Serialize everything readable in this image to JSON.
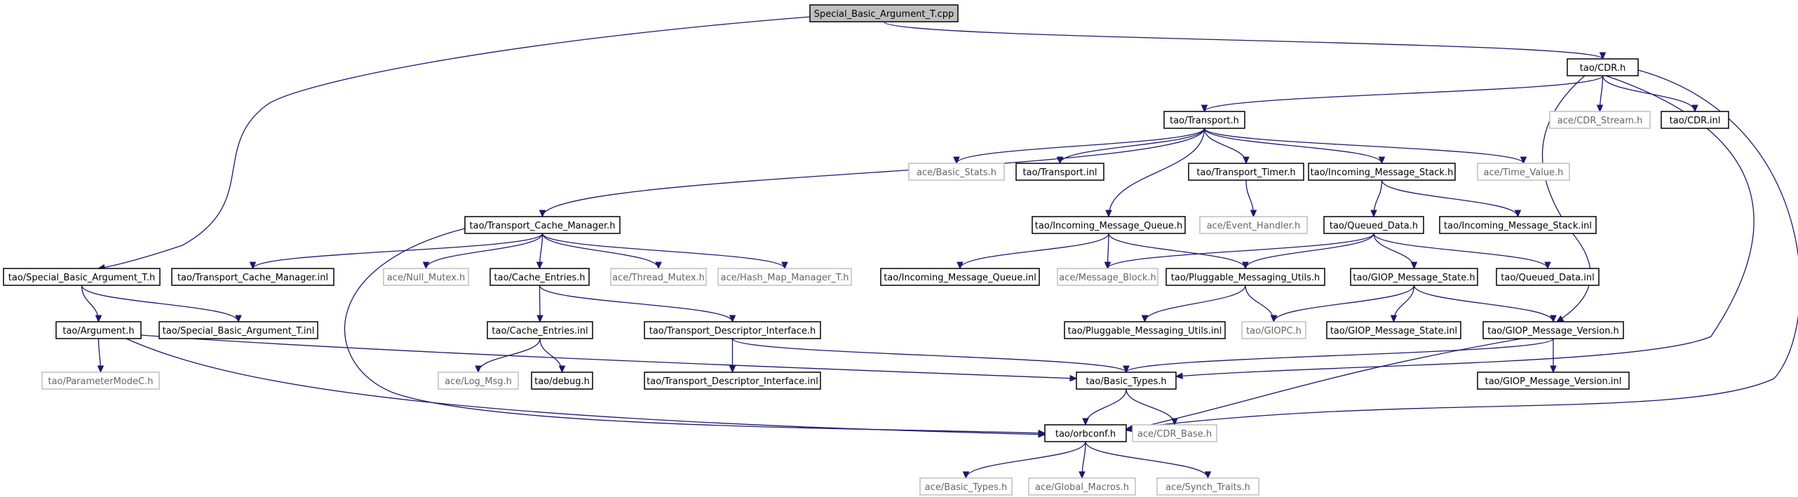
{
  "colors": {
    "edge": "#191970",
    "local_border": "#000000",
    "system_border": "#bfbfbf",
    "root_fill": "#bfbfbf",
    "local_text": "#000000",
    "system_text": "#666666"
  },
  "nodes": [
    {
      "id": "root",
      "label": "Special_Basic_Argument_T.cpp",
      "kind": "root"
    },
    {
      "id": "cdr_h",
      "label": "tao/CDR.h",
      "kind": "local"
    },
    {
      "id": "transport_h",
      "label": "tao/Transport.h",
      "kind": "local"
    },
    {
      "id": "ace_cdr_stream",
      "label": "ace/CDR_Stream.h",
      "kind": "system"
    },
    {
      "id": "cdr_inl",
      "label": "tao/CDR.inl",
      "kind": "local"
    },
    {
      "id": "ace_basic_stats",
      "label": "ace/Basic_Stats.h",
      "kind": "system"
    },
    {
      "id": "transport_inl",
      "label": "tao/Transport.inl",
      "kind": "local"
    },
    {
      "id": "transport_timer",
      "label": "tao/Transport_Timer.h",
      "kind": "local"
    },
    {
      "id": "incoming_stack",
      "label": "tao/Incoming_Message_Stack.h",
      "kind": "local"
    },
    {
      "id": "ace_time_value",
      "label": "ace/Time_Value.h",
      "kind": "system"
    },
    {
      "id": "ace_event_handler",
      "label": "ace/Event_Handler.h",
      "kind": "system"
    },
    {
      "id": "tcm_h",
      "label": "tao/Transport_Cache_Manager.h",
      "kind": "local"
    },
    {
      "id": "imq_h",
      "label": "tao/Incoming_Message_Queue.h",
      "kind": "local"
    },
    {
      "id": "queued_data_h",
      "label": "tao/Queued_Data.h",
      "kind": "local"
    },
    {
      "id": "incoming_stack_inl",
      "label": "tao/Incoming_Message_Stack.inl",
      "kind": "local"
    },
    {
      "id": "sbat_h",
      "label": "tao/Special_Basic_Argument_T.h",
      "kind": "local"
    },
    {
      "id": "tcm_inl",
      "label": "tao/Transport_Cache_Manager.inl",
      "kind": "local"
    },
    {
      "id": "ace_null_mutex",
      "label": "ace/Null_Mutex.h",
      "kind": "system"
    },
    {
      "id": "cache_entries_h",
      "label": "tao/Cache_Entries.h",
      "kind": "local"
    },
    {
      "id": "ace_thread_mutex",
      "label": "ace/Thread_Mutex.h",
      "kind": "system"
    },
    {
      "id": "ace_hash_map",
      "label": "ace/Hash_Map_Manager_T.h",
      "kind": "system"
    },
    {
      "id": "imq_inl",
      "label": "tao/Incoming_Message_Queue.inl",
      "kind": "local"
    },
    {
      "id": "ace_message_block",
      "label": "ace/Message_Block.h",
      "kind": "system"
    },
    {
      "id": "pmu_h",
      "label": "tao/Pluggable_Messaging_Utils.h",
      "kind": "local"
    },
    {
      "id": "giop_state_h",
      "label": "tao/GIOP_Message_State.h",
      "kind": "local"
    },
    {
      "id": "queued_data_inl",
      "label": "tao/Queued_Data.inl",
      "kind": "local"
    },
    {
      "id": "argument_h",
      "label": "tao/Argument.h",
      "kind": "local"
    },
    {
      "id": "sbat_inl",
      "label": "tao/Special_Basic_Argument_T.inl",
      "kind": "local"
    },
    {
      "id": "cache_entries_inl",
      "label": "tao/Cache_Entries.inl",
      "kind": "local"
    },
    {
      "id": "tdi_h",
      "label": "tao/Transport_Descriptor_Interface.h",
      "kind": "local"
    },
    {
      "id": "pmu_inl",
      "label": "tao/Pluggable_Messaging_Utils.inl",
      "kind": "local"
    },
    {
      "id": "giopc_h",
      "label": "tao/GIOPC.h",
      "kind": "system"
    },
    {
      "id": "giop_state_inl",
      "label": "tao/GIOP_Message_State.inl",
      "kind": "local"
    },
    {
      "id": "giop_version_h",
      "label": "tao/GIOP_Message_Version.h",
      "kind": "local"
    },
    {
      "id": "parammode_h",
      "label": "tao/ParameterModeC.h",
      "kind": "system"
    },
    {
      "id": "ace_log_msg",
      "label": "ace/Log_Msg.h",
      "kind": "system"
    },
    {
      "id": "debug_h",
      "label": "tao/debug.h",
      "kind": "local"
    },
    {
      "id": "tdi_inl",
      "label": "tao/Transport_Descriptor_Interface.inl",
      "kind": "local"
    },
    {
      "id": "basic_types_h",
      "label": "tao/Basic_Types.h",
      "kind": "local"
    },
    {
      "id": "giop_version_inl",
      "label": "tao/GIOP_Message_Version.inl",
      "kind": "local"
    },
    {
      "id": "orbconf_h",
      "label": "tao/orbconf.h",
      "kind": "local"
    },
    {
      "id": "ace_cdr_base",
      "label": "ace/CDR_Base.h",
      "kind": "system"
    },
    {
      "id": "ace_basic_types",
      "label": "ace/Basic_Types.h",
      "kind": "system"
    },
    {
      "id": "ace_global_macros",
      "label": "ace/Global_Macros.h",
      "kind": "system"
    },
    {
      "id": "ace_synch_traits",
      "label": "ace/Synch_Traits.h",
      "kind": "system"
    }
  ],
  "edges": [
    [
      "root",
      "cdr_h"
    ],
    [
      "root",
      "sbat_h"
    ],
    [
      "cdr_h",
      "transport_h"
    ],
    [
      "cdr_h",
      "ace_cdr_stream"
    ],
    [
      "cdr_h",
      "cdr_inl"
    ],
    [
      "cdr_h",
      "giop_version_h"
    ],
    [
      "cdr_h",
      "basic_types_h"
    ],
    [
      "cdr_h",
      "orbconf_h"
    ],
    [
      "transport_h",
      "ace_basic_stats"
    ],
    [
      "transport_h",
      "transport_inl"
    ],
    [
      "transport_h",
      "transport_timer"
    ],
    [
      "transport_h",
      "incoming_stack"
    ],
    [
      "transport_h",
      "ace_time_value"
    ],
    [
      "transport_h",
      "tcm_h"
    ],
    [
      "transport_h",
      "imq_h"
    ],
    [
      "transport_timer",
      "ace_event_handler"
    ],
    [
      "incoming_stack",
      "queued_data_h"
    ],
    [
      "incoming_stack",
      "incoming_stack_inl"
    ],
    [
      "tcm_h",
      "tcm_inl"
    ],
    [
      "tcm_h",
      "ace_null_mutex"
    ],
    [
      "tcm_h",
      "cache_entries_h"
    ],
    [
      "tcm_h",
      "ace_thread_mutex"
    ],
    [
      "tcm_h",
      "ace_hash_map"
    ],
    [
      "tcm_h",
      "orbconf_h"
    ],
    [
      "imq_h",
      "imq_inl"
    ],
    [
      "imq_h",
      "ace_message_block"
    ],
    [
      "imq_h",
      "pmu_h"
    ],
    [
      "queued_data_h",
      "ace_message_block"
    ],
    [
      "queued_data_h",
      "pmu_h"
    ],
    [
      "queued_data_h",
      "giop_state_h"
    ],
    [
      "queued_data_h",
      "queued_data_inl"
    ],
    [
      "sbat_h",
      "argument_h"
    ],
    [
      "sbat_h",
      "sbat_inl"
    ],
    [
      "cache_entries_h",
      "cache_entries_inl"
    ],
    [
      "cache_entries_h",
      "tdi_h"
    ],
    [
      "pmu_h",
      "pmu_inl"
    ],
    [
      "pmu_h",
      "giopc_h"
    ],
    [
      "giop_state_h",
      "giopc_h"
    ],
    [
      "giop_state_h",
      "giop_state_inl"
    ],
    [
      "giop_state_h",
      "giop_version_h"
    ],
    [
      "argument_h",
      "parammode_h"
    ],
    [
      "argument_h",
      "basic_types_h"
    ],
    [
      "argument_h",
      "orbconf_h"
    ],
    [
      "cache_entries_inl",
      "ace_log_msg"
    ],
    [
      "cache_entries_inl",
      "debug_h"
    ],
    [
      "tdi_h",
      "tdi_inl"
    ],
    [
      "tdi_h",
      "basic_types_h"
    ],
    [
      "giop_version_h",
      "basic_types_h"
    ],
    [
      "giop_version_h",
      "giop_version_inl"
    ],
    [
      "giop_version_h",
      "orbconf_h"
    ],
    [
      "basic_types_h",
      "orbconf_h"
    ],
    [
      "basic_types_h",
      "ace_cdr_base"
    ],
    [
      "orbconf_h",
      "ace_basic_types"
    ],
    [
      "orbconf_h",
      "ace_global_macros"
    ],
    [
      "orbconf_h",
      "ace_synch_traits"
    ]
  ]
}
